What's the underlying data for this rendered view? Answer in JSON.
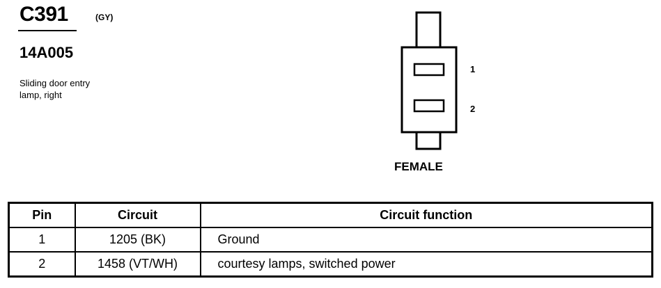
{
  "connector": {
    "id": "C391",
    "color_code": "(GY)",
    "part_number": "14A005",
    "description_line1": "Sliding door entry",
    "description_line2": "lamp, right",
    "gender": "FEMALE",
    "pin_labels": [
      "1",
      "2"
    ]
  },
  "table": {
    "headers": [
      "Pin",
      "Circuit",
      "Circuit function"
    ],
    "rows": [
      {
        "pin": "1",
        "circuit": "1205 (BK)",
        "function": "Ground"
      },
      {
        "pin": "2",
        "circuit": "1458 (VT/WH)",
        "function": "courtesy lamps, switched power"
      }
    ]
  }
}
